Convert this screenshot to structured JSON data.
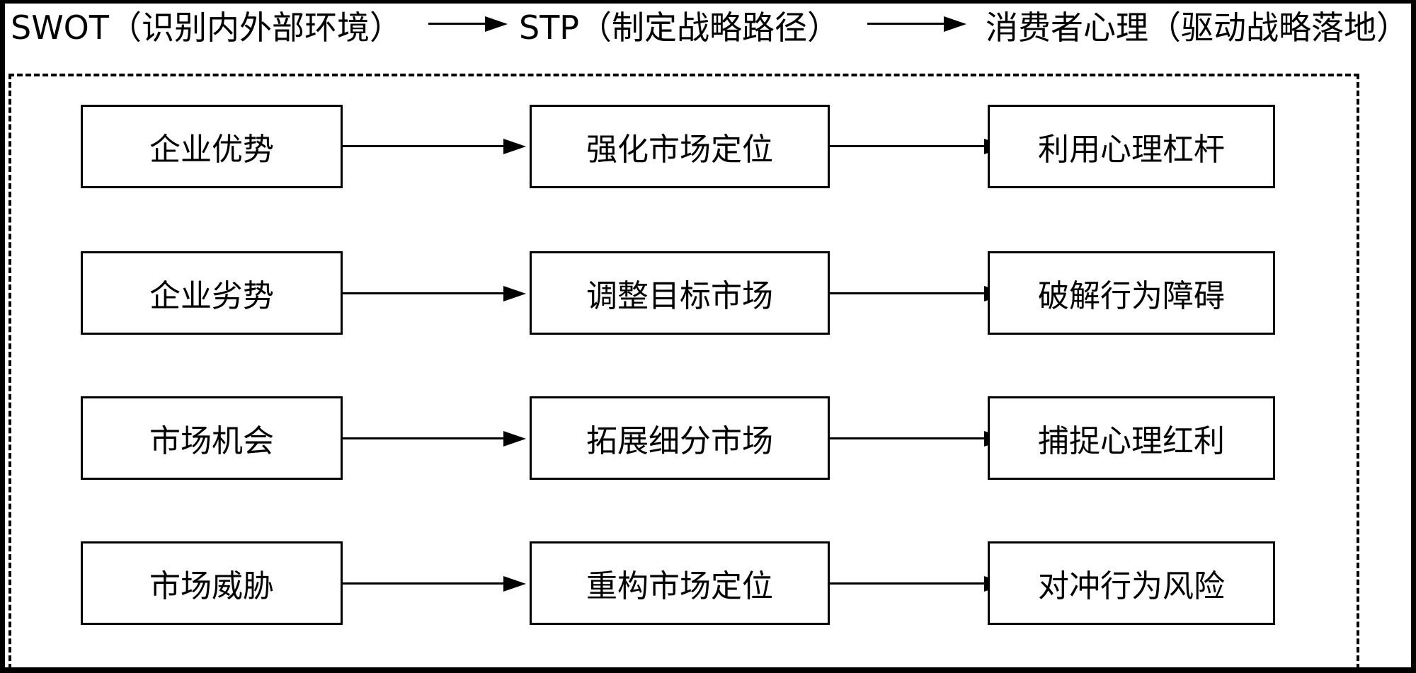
{
  "header": {
    "step1": "SWOT（识别内外部环境）",
    "step2": "STP（制定战略路径）",
    "step3": "消费者心理（驱动战略落地）"
  },
  "rows": [
    {
      "swot": "企业优势",
      "stp": "强化市场定位",
      "psych": "利用心理杠杆"
    },
    {
      "swot": "企业劣势",
      "stp": "调整目标市场",
      "psych": "破解行为障碍"
    },
    {
      "swot": "市场机会",
      "stp": "拓展细分市场",
      "psych": "捕捉心理红利"
    },
    {
      "swot": "市场威胁",
      "stp": "重构市场定位",
      "psych": "对冲行为风险"
    }
  ]
}
